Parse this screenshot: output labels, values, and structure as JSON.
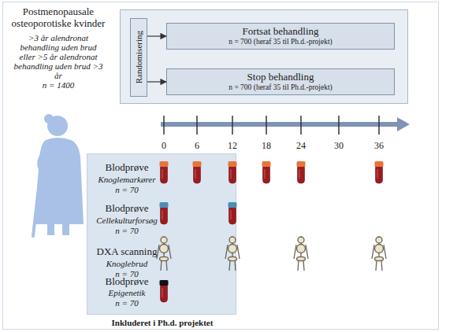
{
  "diagram": {
    "nodes": [
      {
        "text": []
      },
      {
        "text": [
          "Randomisering"
        ],
        "in": 0
      },
      {
        "text": [
          "Fortsat behandling",
          "n = 700 (heraf 35 til Ph.d.-projekt)"
        ],
        "in": 0
      },
      {
        "text": [
          "Stop behandling",
          "n = 700 (heraf 35 til Ph.d.-projekt)"
        ],
        "in": 0
      },
      {
        "text": [
          "Blodprøve",
          "Knoglemarkører",
          "n = 70",
          "Blodprøve",
          "Cellekulturforsøg",
          "n = 70",
          "DXA scanning",
          "Knoglebrud",
          "n = 70",
          "Blodprøve",
          "Epigenetik",
          "n = 70",
          "Inkluderet i Ph.d. projektet"
        ]
      }
    ],
    "edges": [
      {
        "from": 1,
        "to": 2,
        "arrow": "to"
      },
      {
        "from": 1,
        "to": 3,
        "arrow": "to"
      }
    ],
    "labels": [
      "Postmenopausale osteoporotiske kvinder",
      ">3 år alendronat behandling uden brud eller >5 år alendronat behandling uden brud >3 år",
      "n = 1400",
      "0",
      "6",
      "12",
      "18",
      "24",
      "30",
      "36"
    ]
  }
}
